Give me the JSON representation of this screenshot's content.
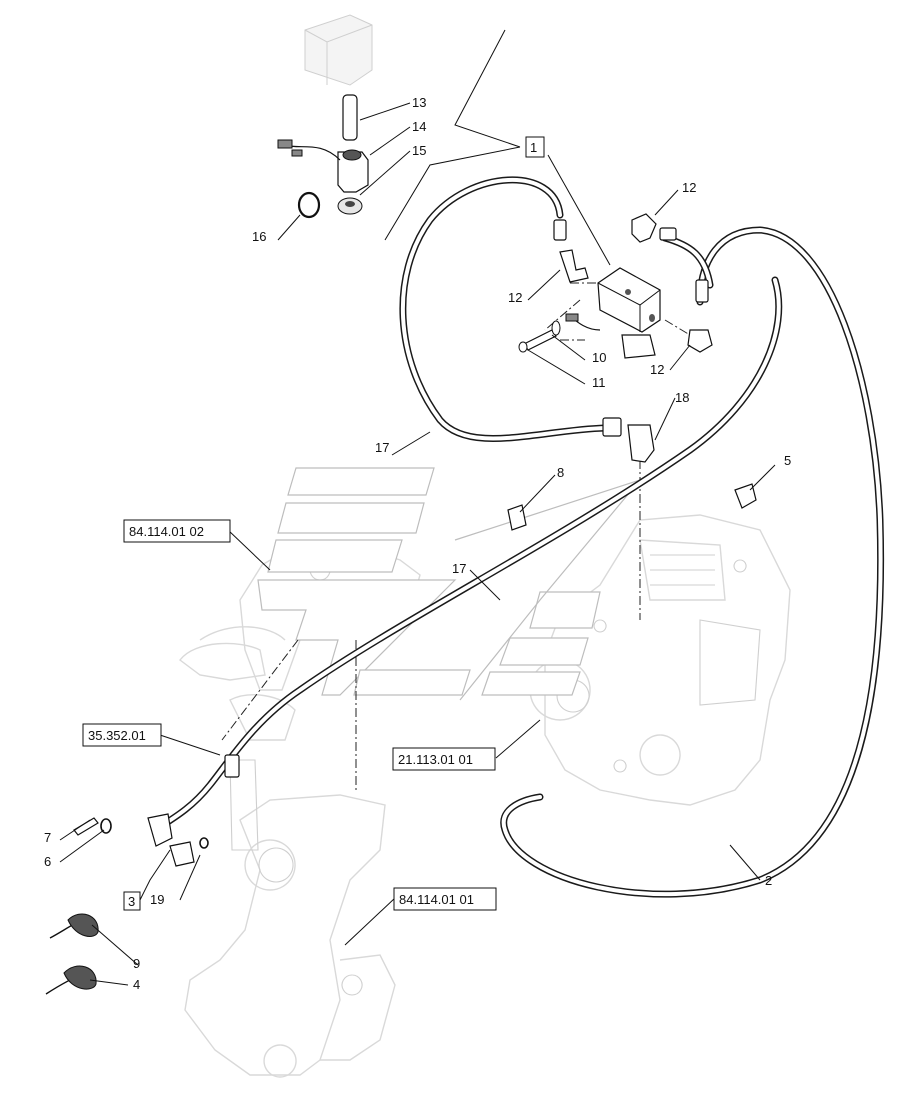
{
  "callouts": [
    "1",
    "2",
    "3",
    "4",
    "5",
    "6",
    "7",
    "8",
    "9",
    "10",
    "11",
    "12",
    "12",
    "12",
    "13",
    "14",
    "15",
    "16",
    "17",
    "17",
    "18",
    "19"
  ],
  "references": [
    "84.114.01 02",
    "35.352.01",
    "21.113.01 01",
    "84.114.01 01"
  ]
}
